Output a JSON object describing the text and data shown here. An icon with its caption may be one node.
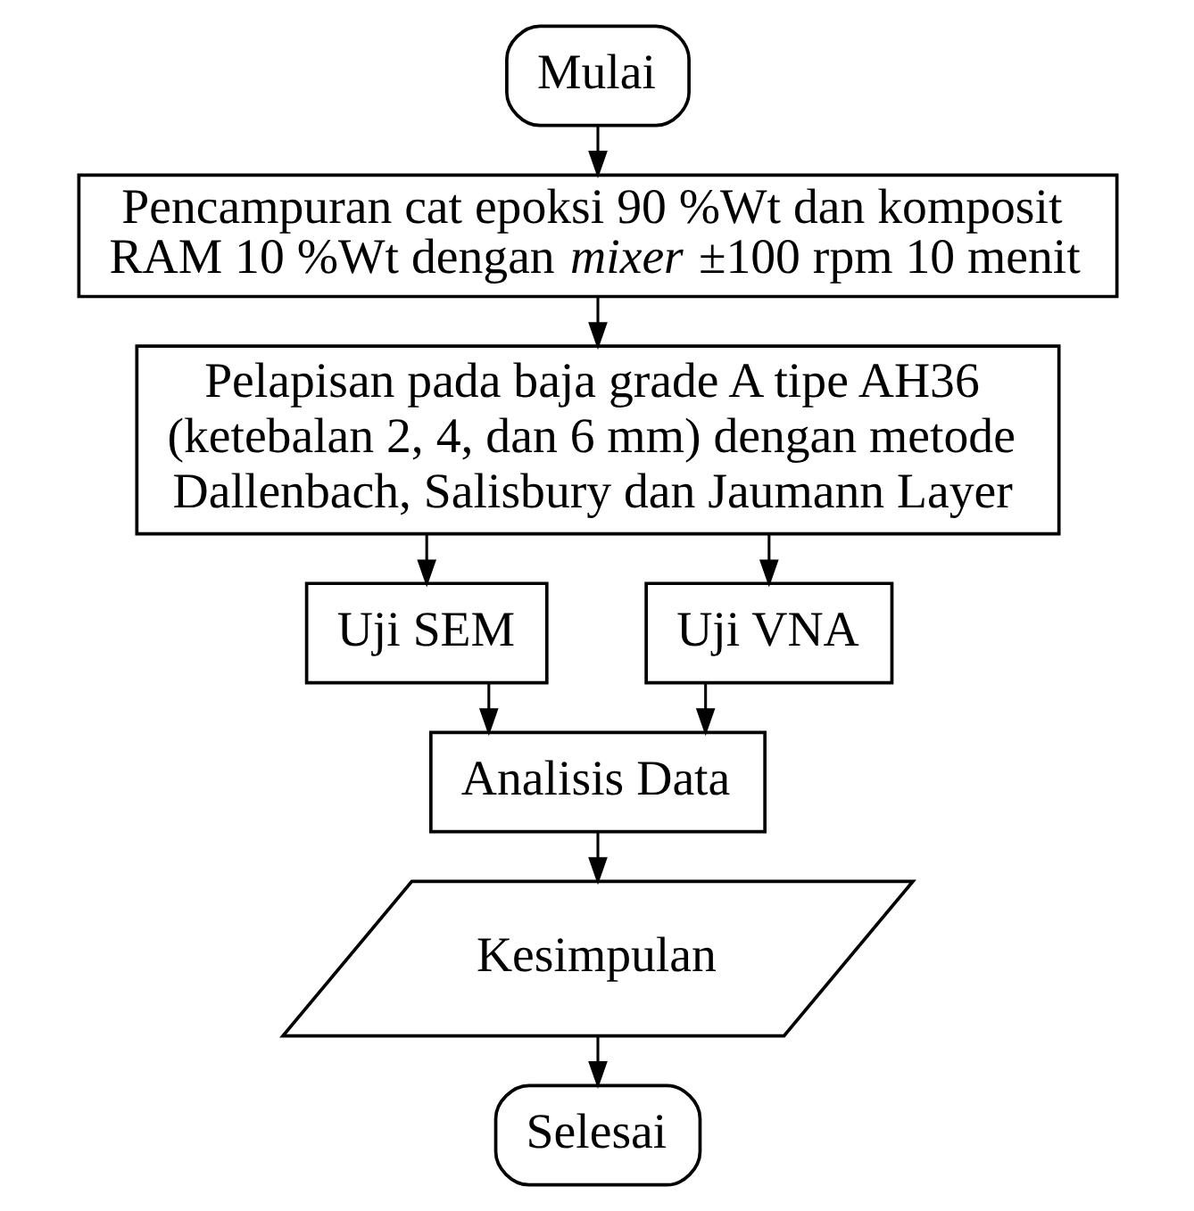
{
  "diagram": {
    "nodes": [
      {
        "text": [
          "Mulai"
        ]
      },
      {
        "text": [
          "Pencampuran cat epoksi 90 %Wt dan komposit RAM 10 %Wt dengan *mixer* ±100 rpm 10 menit"
        ]
      },
      {
        "text": [
          "Pelapisan pada baja grade A tipe AH36 (ketebalan 2, 4, dan 6 mm) dengan metode Dallenbach, Salisbury dan Jaumann Layer"
        ]
      },
      {
        "text": [
          "Uji SEM"
        ]
      },
      {
        "text": [
          "Uji VNA"
        ]
      },
      {
        "text": [
          "Analisis Data"
        ]
      },
      {
        "text": [
          "Kesimpulan"
        ]
      },
      {
        "text": [
          "Selesai"
        ]
      }
    ],
    "edges": [
      {
        "from": 0,
        "to": 1,
        "arrow": "to"
      },
      {
        "from": 1,
        "to": 2,
        "arrow": "to"
      },
      {
        "from": 2,
        "to": 3,
        "arrow": "to"
      },
      {
        "from": 2,
        "to": 4,
        "arrow": "to"
      },
      {
        "from": 3,
        "to": 5,
        "arrow": "to"
      },
      {
        "from": 4,
        "to": 5,
        "arrow": "to"
      },
      {
        "from": 5,
        "to": 6,
        "arrow": "to"
      },
      {
        "from": 6,
        "to": 7,
        "arrow": "to"
      }
    ]
  }
}
